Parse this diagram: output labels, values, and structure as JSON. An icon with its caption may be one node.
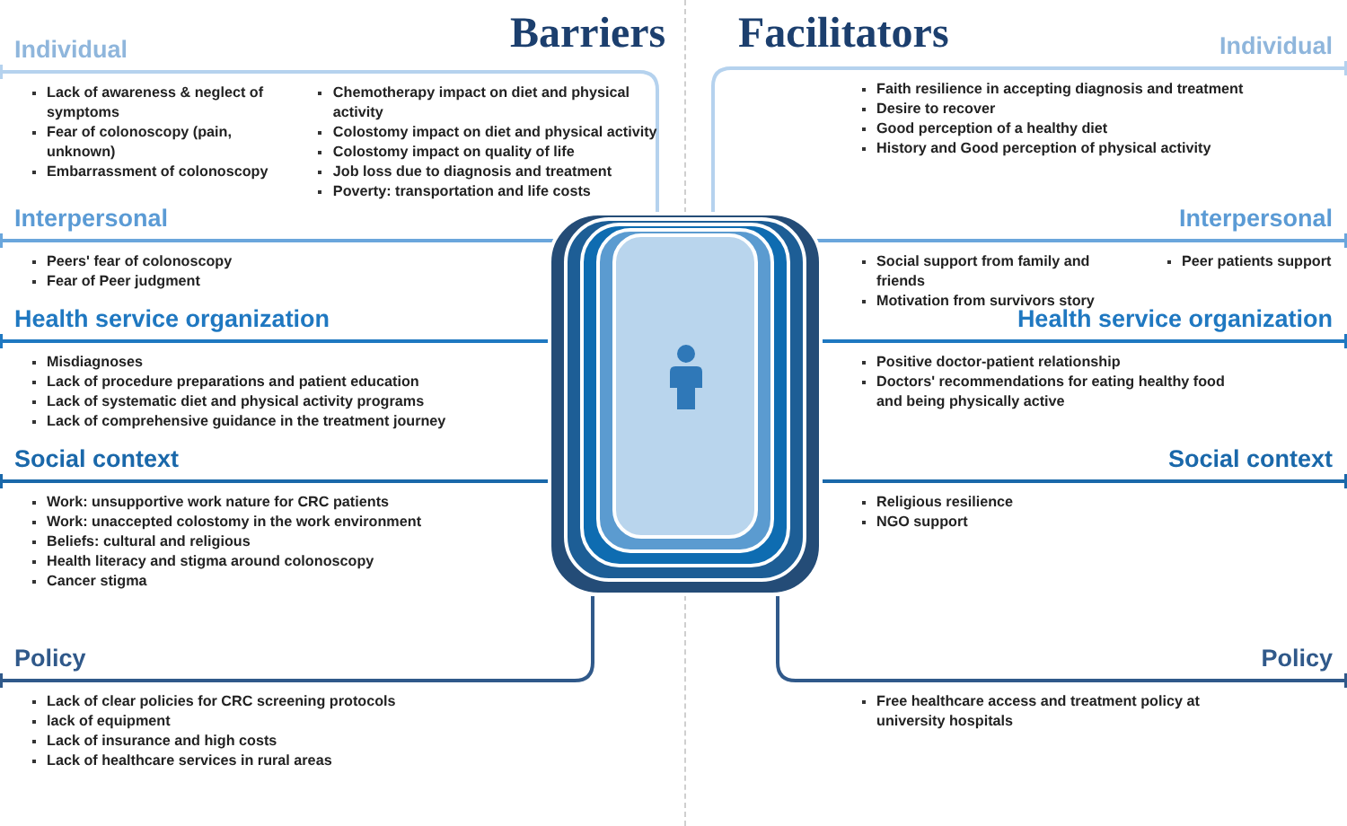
{
  "diagram": {
    "nodes": [
      {
        "text": [],
        "shape": "box"
      },
      {
        "text": [],
        "shape": "box",
        "in": 0
      },
      {
        "text": [],
        "shape": "box",
        "in": 1
      },
      {
        "text": [],
        "shape": "box",
        "in": 2
      },
      {
        "text": [],
        "shape": "box",
        "in": 3
      },
      {
        "text": [
          "Individual",
          "Lack of awareness & neglect of symptoms",
          "Fear of colonoscopy (pain, unknown)",
          "Embarrassment of colonoscopy",
          "Chemotherapy impact on diet and physical activity",
          "Colostomy impact on diet and physical activity",
          "Colostomy impact on quality of life",
          "Job loss due to diagnosis and treatment",
          "Poverty: transportation and life costs"
        ]
      },
      {
        "text": [
          "Interpersonal",
          "Peers' fear of colonoscopy",
          "Fear of Peer judgment"
        ]
      },
      {
        "text": [
          "Health service organization",
          "Misdiagnoses",
          "Lack of procedure preparations and patient education",
          "Lack of systematic diet and physical activity programs",
          "Lack of comprehensive guidance in the treatment journey"
        ]
      },
      {
        "text": [
          "Social context",
          "Work: unsupportive work nature for CRC patients",
          "Work: unaccepted colostomy in the work environment",
          "Beliefs: cultural and religious",
          "Health literacy and stigma around colonoscopy",
          "Cancer stigma"
        ]
      },
      {
        "text": [
          "Policy",
          "Lack of clear policies for CRC screening protocols",
          "lack of equipment",
          "Lack of insurance and high costs",
          "Lack of healthcare services in rural areas"
        ]
      },
      {
        "text": [
          "Individual",
          "Faith resilience in accepting diagnosis and treatment",
          "Desire to recover",
          "Good perception of a healthy diet",
          "History and Good perception of physical activity"
        ]
      },
      {
        "text": [
          "Interpersonal",
          "Social support from family and friends",
          "Peer patients support",
          "Motivation from survivors story"
        ]
      },
      {
        "text": [
          "Health service organization",
          "Positive doctor-patient relationship",
          "Doctors' recommendations for eating healthy food and being physically active"
        ]
      },
      {
        "text": [
          "Social context",
          "Religious resilience",
          "NGO support"
        ]
      },
      {
        "text": [
          "Policy",
          "Free healthcare access and treatment policy at university hospitals"
        ]
      }
    ],
    "edges": [
      {
        "from": 5,
        "to": 4,
        "arrow": "other",
        "color": "#b5d2ee"
      },
      {
        "from": 6,
        "to": 3,
        "arrow": "other",
        "color": "#6aa6dc"
      },
      {
        "from": 7,
        "to": 2,
        "arrow": "other",
        "color": "#1f78c1"
      },
      {
        "from": 8,
        "to": 1,
        "arrow": "other",
        "color": "#1a68aa"
      },
      {
        "from": 9,
        "to": 0,
        "arrow": "other",
        "color": "#30598a"
      },
      {
        "from": 10,
        "to": 4,
        "arrow": "other",
        "color": "#b5d2ee"
      },
      {
        "from": 11,
        "to": 3,
        "arrow": "other",
        "color": "#6aa6dc"
      },
      {
        "from": 12,
        "to": 2,
        "arrow": "other",
        "color": "#1f78c1"
      },
      {
        "from": 13,
        "to": 1,
        "arrow": "other",
        "color": "#1a68aa"
      },
      {
        "from": 14,
        "to": 0,
        "arrow": "other",
        "color": "#30598a"
      }
    ],
    "labels": [
      "Barriers",
      "Facilitators"
    ]
  }
}
